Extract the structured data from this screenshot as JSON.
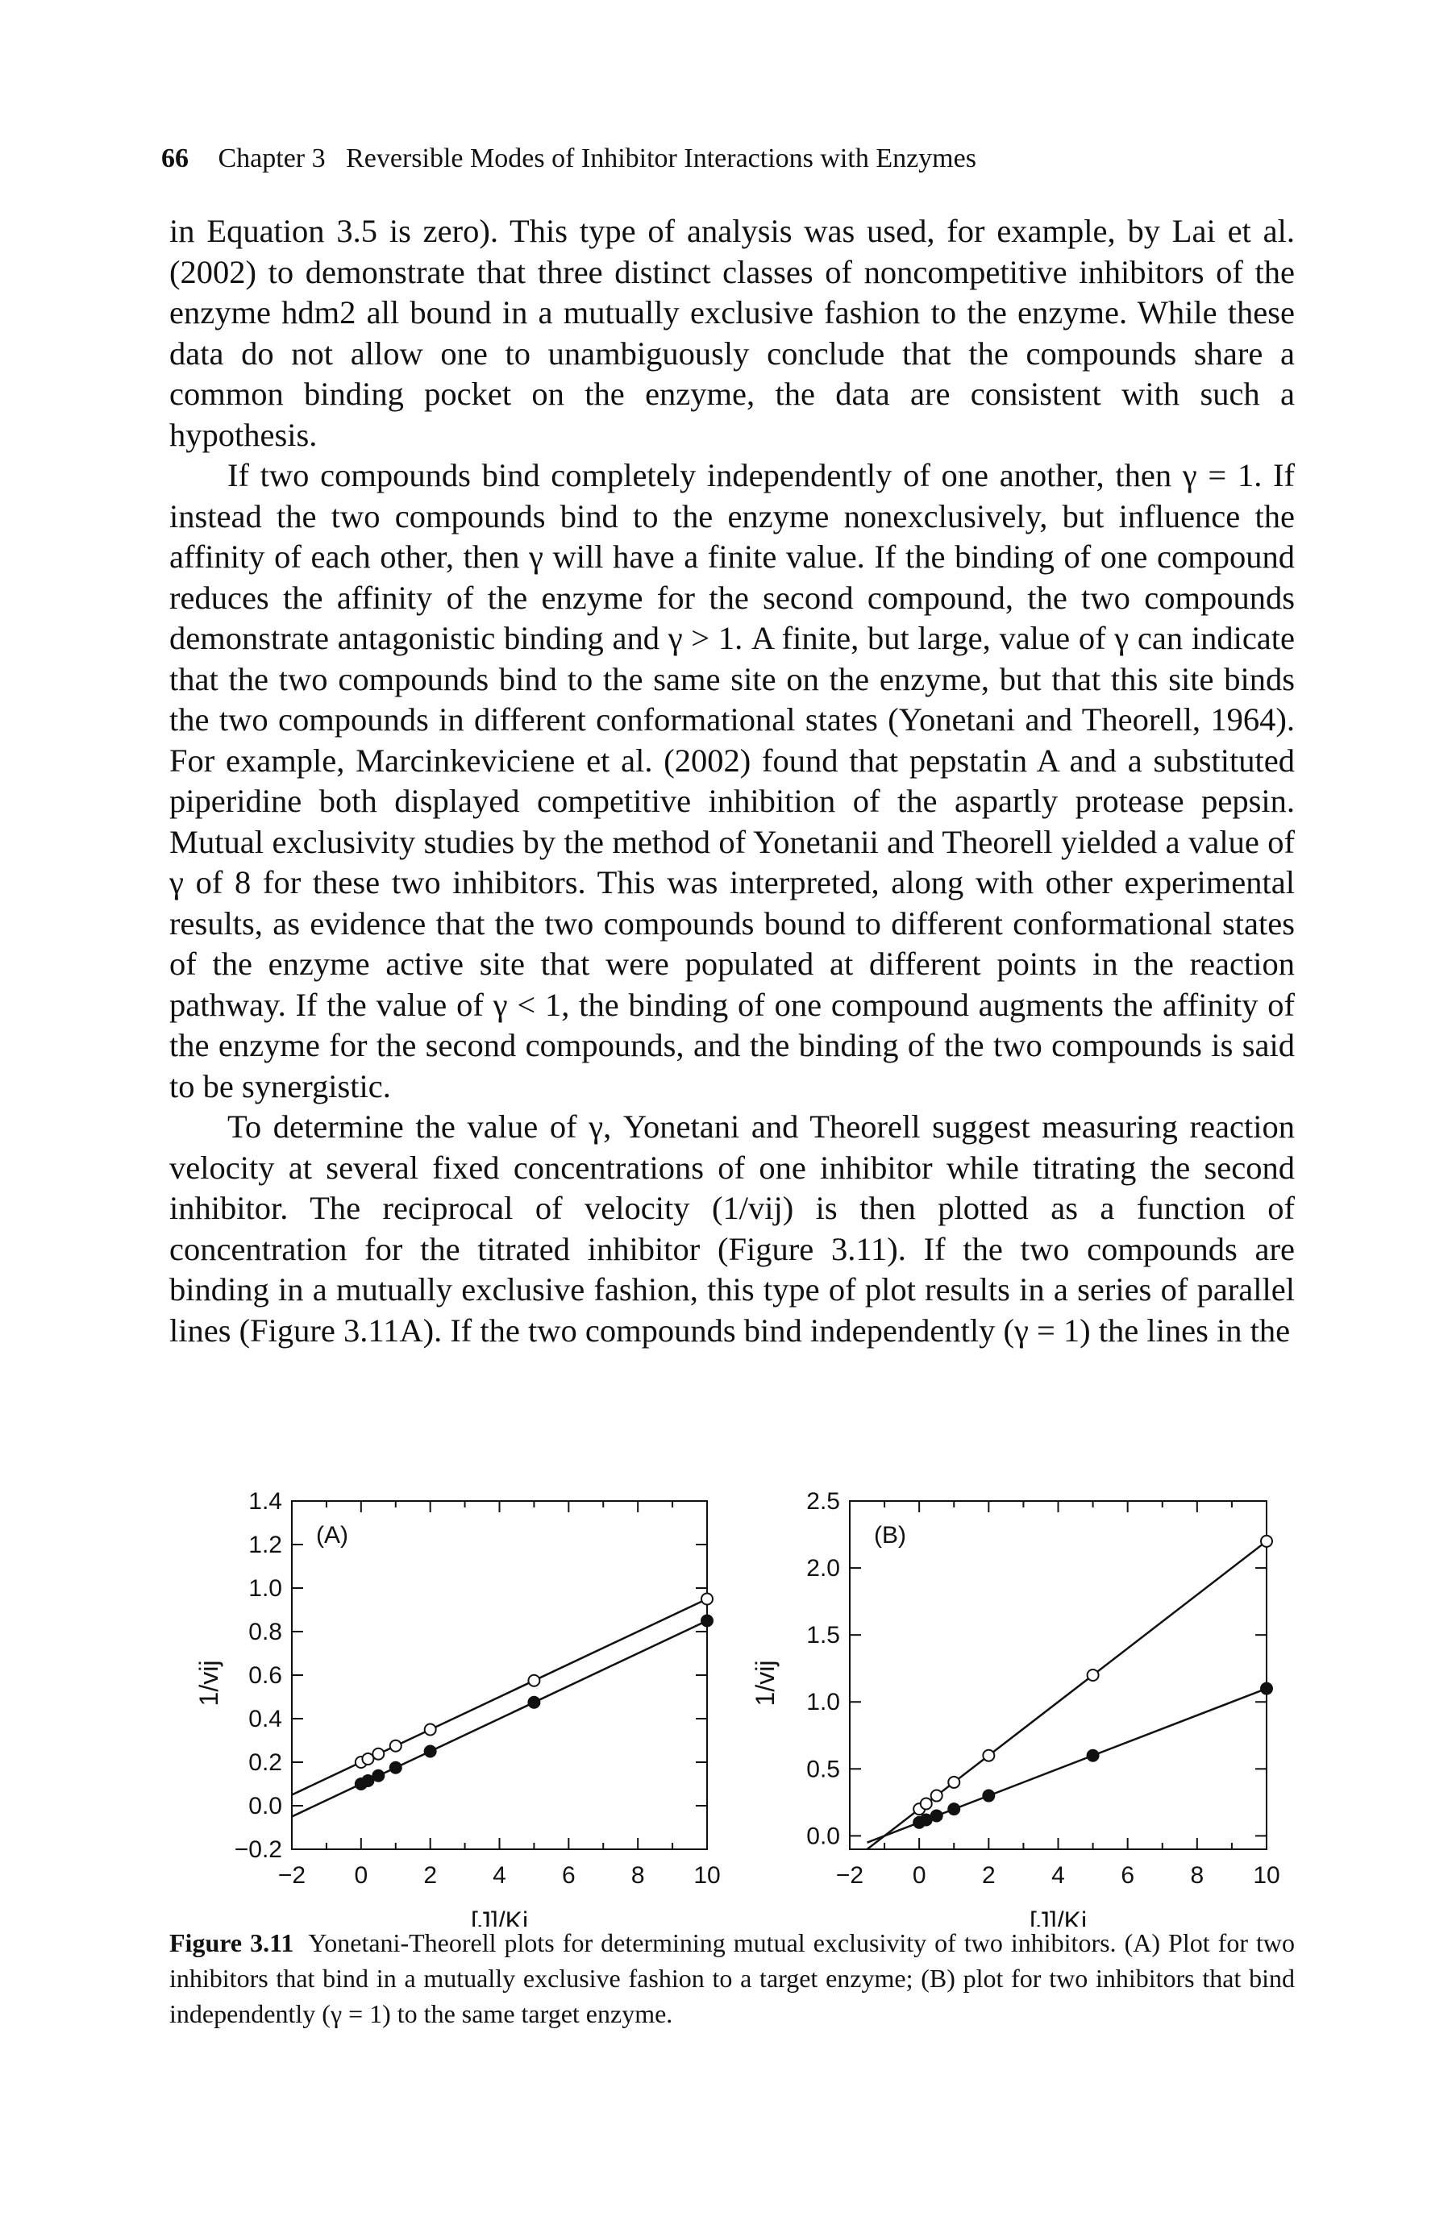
{
  "header": {
    "page_number": "66",
    "running_title": "Chapter 3   Reversible Modes of Inhibitor Interactions with Enzymes"
  },
  "paragraphs": [
    "in Equation 3.5 is zero). This type of analysis was used, for example, by Lai et al. (2002) to demonstrate that three distinct classes of noncompetitive inhibitors of the enzyme hdm2 all bound in a mutually exclusive fashion to the enzyme. While these data do not allow one to unambiguously conclude that the compounds share a common binding pocket on the enzyme, the data are consistent with such a hypothesis.",
    "If two compounds bind completely independently of one another, then γ = 1. If instead the two compounds bind to the enzyme nonexclusively, but influence the affinity of each other, then γ will have a finite value. If the binding of one compound reduces the affinity of the enzyme for the second compound, the two compounds demonstrate antagonistic binding and γ > 1. A finite, but large, value of γ can indicate that the two compounds bind to the same site on the enzyme, but that this site binds the two compounds in different conformational states (Yonetani and Theorell, 1964). For example, Marcinkeviciene et al. (2002) found that pepstatin A and a substituted piperidine both displayed competitive inhibition of the aspartly protease pepsin. Mutual exclusivity studies by the method of Yonetanii and Theorell yielded a value of γ of 8 for these two inhibitors. This was interpreted, along with other experimental results, as evidence that the two compounds bound to different conformational states of the enzyme active site that were populated at different points in the reaction pathway. If the value of γ < 1, the binding of one compound augments the affinity of the enzyme for the second compounds, and the binding of the two compounds is said to be synergistic.",
    "To determine the value of γ, Yonetani and Theorell suggest measuring reaction velocity at several fixed concentrations of one inhibitor while titrating the second inhibitor. The reciprocal of velocity (1/vij) is then plotted as a function of concentration for the titrated inhibitor (Figure 3.11). If the two compounds are binding in a mutually exclusive fashion, this type of plot results in a series of parallel lines (Figure 3.11A). If the two compounds bind independently (γ = 1) the lines in the"
  ],
  "chart_data": [
    {
      "type": "line",
      "panel_label": "(A)",
      "xlabel": "[J]/Kj",
      "ylabel": "1/vij",
      "xlim": [
        -2,
        10
      ],
      "ylim": [
        -0.2,
        1.4
      ],
      "xticks": [
        "-2",
        "0",
        "2",
        "4",
        "6",
        "8",
        "10"
      ],
      "yticks": [
        "-0.2",
        "0.0",
        "0.2",
        "0.4",
        "0.6",
        "0.8",
        "1.0",
        "1.2",
        "1.4"
      ],
      "series": [
        {
          "marker": "open",
          "x": [
            0,
            0.2,
            0.5,
            1,
            2,
            5,
            10
          ],
          "y": [
            0.2,
            0.215,
            0.238,
            0.275,
            0.35,
            0.575,
            0.95
          ],
          "line": {
            "x": [
              -2,
              10
            ],
            "y": [
              0.05,
              0.95
            ]
          }
        },
        {
          "marker": "filled",
          "x": [
            0,
            0.2,
            0.5,
            1,
            2,
            5,
            10
          ],
          "y": [
            0.1,
            0.115,
            0.138,
            0.175,
            0.25,
            0.475,
            0.85
          ],
          "line": {
            "x": [
              -2,
              10
            ],
            "y": [
              -0.05,
              0.85
            ]
          }
        }
      ]
    },
    {
      "type": "line",
      "panel_label": "(B)",
      "xlabel": "[J]/Kj",
      "ylabel": "1/vij",
      "xlim": [
        -2,
        10
      ],
      "ylim": [
        -0.1,
        2.5
      ],
      "xticks": [
        "-2",
        "0",
        "2",
        "4",
        "6",
        "8",
        "10"
      ],
      "yticks": [
        "0.0",
        "0.5",
        "1.0",
        "1.5",
        "2.0",
        "2.5"
      ],
      "series": [
        {
          "marker": "open",
          "x": [
            0,
            0.2,
            0.5,
            1,
            2,
            5,
            10
          ],
          "y": [
            0.2,
            0.24,
            0.3,
            0.4,
            0.6,
            1.2,
            2.2
          ],
          "line": {
            "x": [
              -1.5,
              10
            ],
            "y": [
              -0.1,
              2.2
            ]
          }
        },
        {
          "marker": "filled",
          "x": [
            0,
            0.2,
            0.5,
            1,
            2,
            5,
            10
          ],
          "y": [
            0.1,
            0.12,
            0.15,
            0.2,
            0.3,
            0.6,
            1.1
          ],
          "line": {
            "x": [
              -1.5,
              10
            ],
            "y": [
              -0.05,
              1.1
            ]
          }
        }
      ]
    }
  ],
  "caption": {
    "label": "Figure 3.11",
    "text": "Yonetani-Theorell plots for determining mutual exclusivity of two inhibitors. (A) Plot for two inhibitors that bind in a mutually exclusive fashion to a target enzyme; (B) plot for two inhibitors that bind independently (γ = 1) to the same target enzyme."
  }
}
